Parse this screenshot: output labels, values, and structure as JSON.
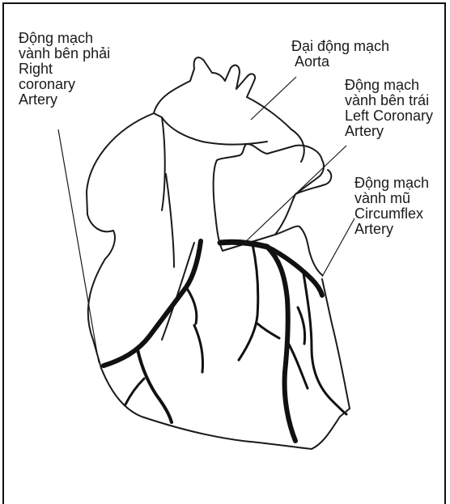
{
  "labels": {
    "right_coronary": {
      "vi_1": "Động mạch",
      "vi_2": "vành bên phải",
      "en_1": "Right",
      "en_2": "coronary",
      "en_3": "Artery"
    },
    "aorta": {
      "vi": "Đại động mạch",
      "en": "Aorta"
    },
    "left_coronary": {
      "vi_1": "Động mạch",
      "vi_2": "vành bên trái",
      "en_1": "Left Coronary",
      "en_2": "Artery"
    },
    "circumflex": {
      "vi_1": "Động mạch",
      "vi_2": "vành mũ",
      "en_1": "Circumflex",
      "en_2": "Artery"
    }
  },
  "colors": {
    "outline": "#1a1a1a",
    "artery": "#111111",
    "background": "#ffffff"
  }
}
